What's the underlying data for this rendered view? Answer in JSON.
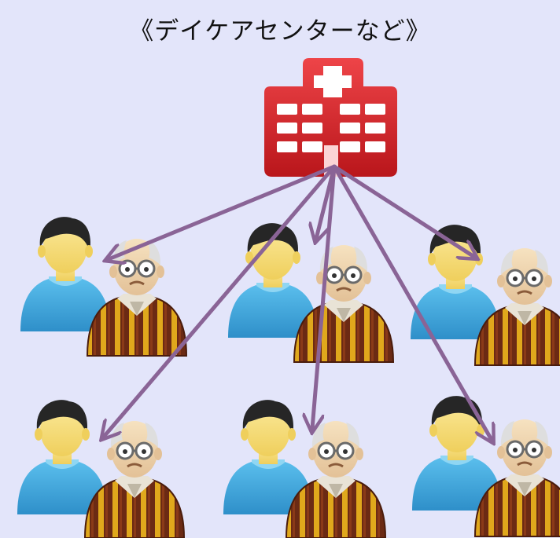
{
  "title": "《デイケアセンターなど》",
  "icons": {
    "center": "hospital-icon",
    "caregiver": "caregiver-icon",
    "elder": "elderly-person-icon"
  },
  "colors": {
    "background": "#e3e5fa",
    "hospital_red": "#d9262b",
    "arrow": "#8a6496",
    "shirt_blue": "#3fa9df",
    "skin": "#f6dd7a",
    "hair": "#262626",
    "sweater_dark": "#6b2a14",
    "sweater_gold": "#d9a41a"
  },
  "family_units": [
    {
      "id": "top-left"
    },
    {
      "id": "top-middle"
    },
    {
      "id": "top-right"
    },
    {
      "id": "bottom-left"
    },
    {
      "id": "bottom-middle"
    },
    {
      "id": "bottom-right"
    }
  ]
}
